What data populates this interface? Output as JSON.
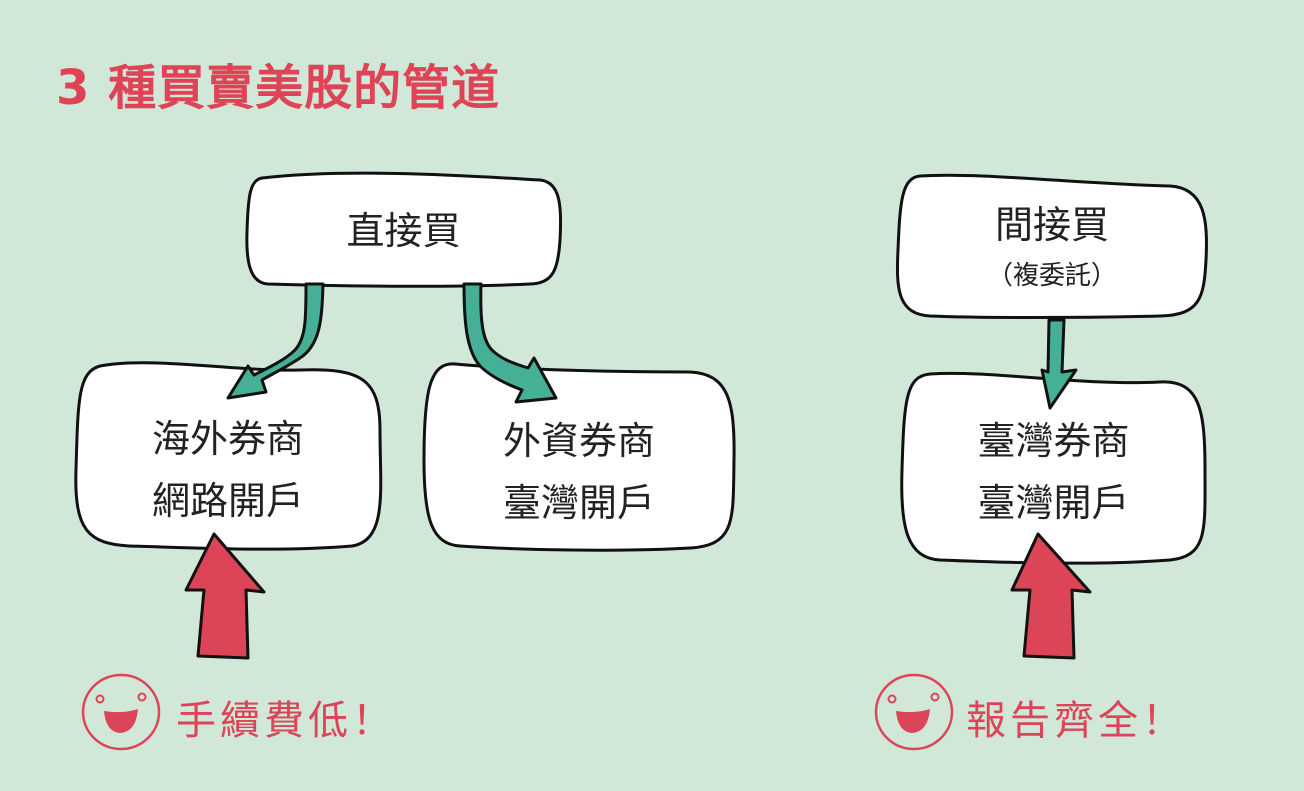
{
  "title": "3 種買賣美股的管道",
  "colors": {
    "background": "#D1E8D8",
    "title": "#DE4356",
    "arrow_teal": "#45B095",
    "arrow_red": "#DC4457",
    "node_fill": "#FFFFFF",
    "outline": "#111111"
  },
  "nodes": {
    "direct": {
      "label": "直接買"
    },
    "overseas": {
      "line1": "海外券商",
      "line2": "網路開戶"
    },
    "foreign": {
      "line1": "外資券商",
      "line2": "臺灣開戶"
    },
    "indirect": {
      "label": "間接買",
      "sub": "（複委託）"
    },
    "taiwan": {
      "line1": "臺灣券商",
      "line2": "臺灣開戶"
    }
  },
  "callouts": {
    "left": {
      "icon": "smiley-face-icon",
      "text": "手續費低！"
    },
    "right": {
      "icon": "smiley-face-icon",
      "text": "報告齊全！"
    }
  }
}
